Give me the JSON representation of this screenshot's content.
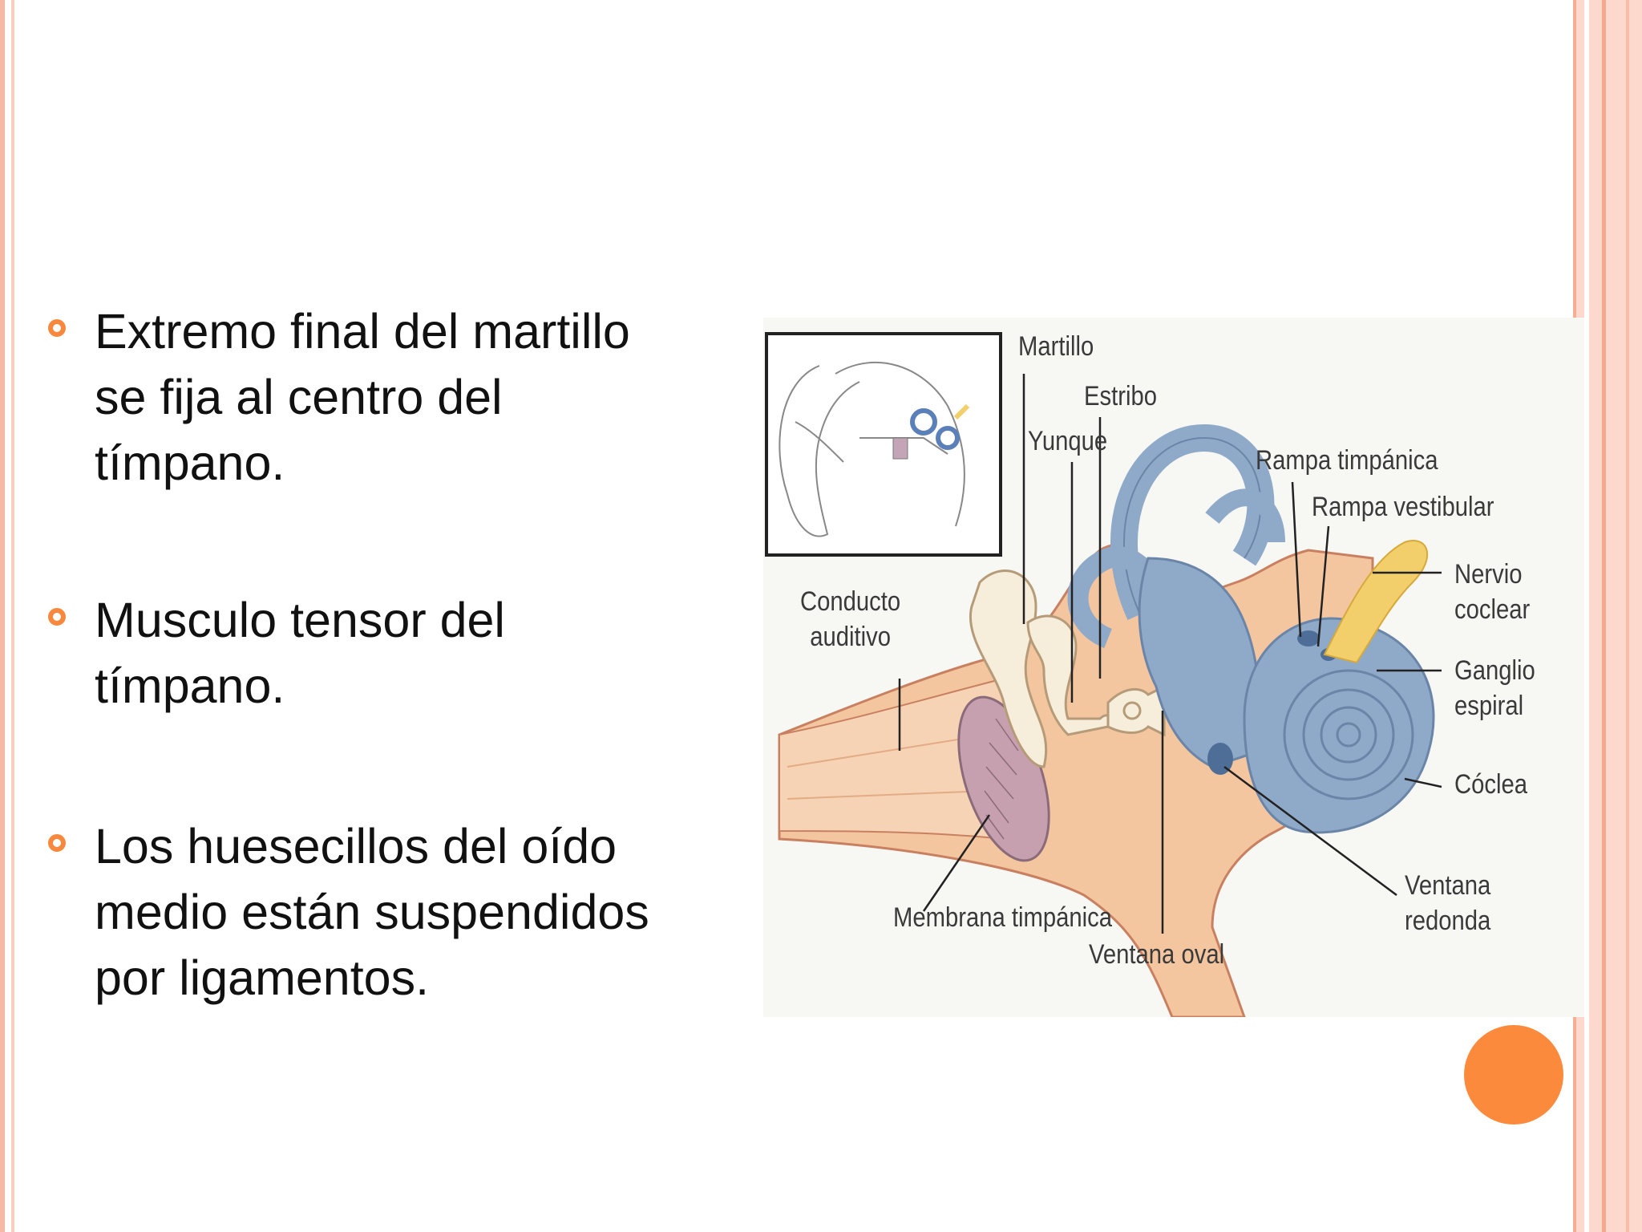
{
  "bullets": [
    {
      "text": "Extremo final del martillo\nse fija al centro del\ntímpano."
    },
    {
      "text": "Musculo tensor del\ntímpano."
    },
    {
      "text": "Los huesecillos del oído\nmedio están suspendidos\npor ligamentos."
    }
  ],
  "figure": {
    "labels": {
      "martillo": "Martillo",
      "estribo": "Estribo",
      "yunque": "Yunque",
      "rampa_timpanica": "Rampa timpánica",
      "rampa_vestibular": "Rampa vestibular",
      "nervio_coclear": "Nervio\ncoclear",
      "conducto_auditivo": "Conducto\nauditivo",
      "ganglio_espiral": "Ganglio\nespiral",
      "coclea": "Cóclea",
      "ventana_redonda": "Ventana\nredonda",
      "membrana_timpanica": "Membrana timpánica",
      "ventana_oval": "Ventana oval"
    }
  },
  "colors": {
    "accent": "#f7883e",
    "frame": "#f6b9a6",
    "bone": "#f3c6a0",
    "cochlea": "#8fa9c9",
    "nerve": "#f2cf6b",
    "membrane": "#c7a0b0"
  }
}
